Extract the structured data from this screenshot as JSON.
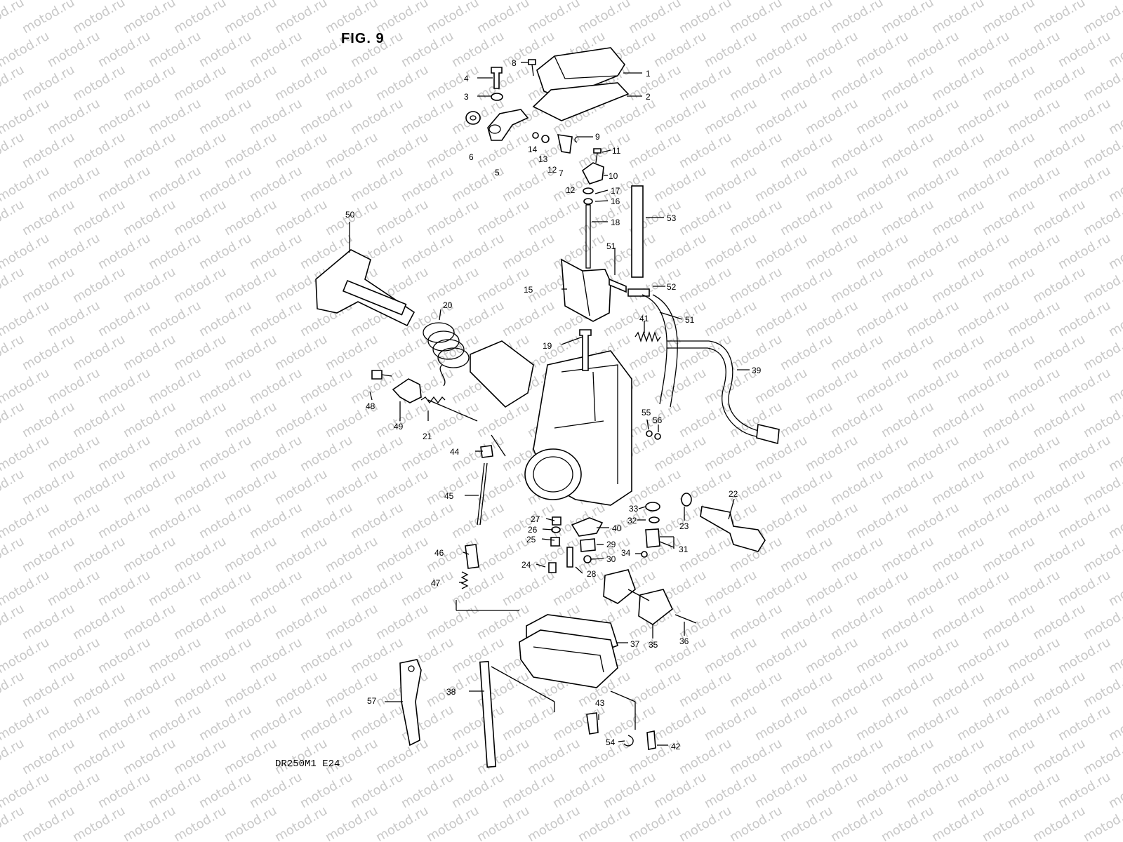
{
  "figure": {
    "title": "FIG. 9",
    "model_code": "DR250M1 E24",
    "watermark": "motod.ru",
    "colors": {
      "line": "#000000",
      "watermark": "#c8c8c8",
      "background": "#ffffff"
    }
  },
  "callouts": [
    "1",
    "2",
    "3",
    "4",
    "5",
    "6",
    "7",
    "8",
    "9",
    "10",
    "11",
    "12",
    "12",
    "13",
    "14",
    "15",
    "16",
    "17",
    "18",
    "19",
    "20",
    "21",
    "22",
    "23",
    "24",
    "25",
    "26",
    "27",
    "28",
    "29",
    "30",
    "31",
    "32",
    "33",
    "34",
    "35",
    "36",
    "37",
    "38",
    "39",
    "40",
    "41",
    "42",
    "43",
    "44",
    "45",
    "46",
    "47",
    "48",
    "49",
    "50",
    "51",
    "51",
    "52",
    "53",
    "54",
    "55",
    "56",
    "57"
  ]
}
